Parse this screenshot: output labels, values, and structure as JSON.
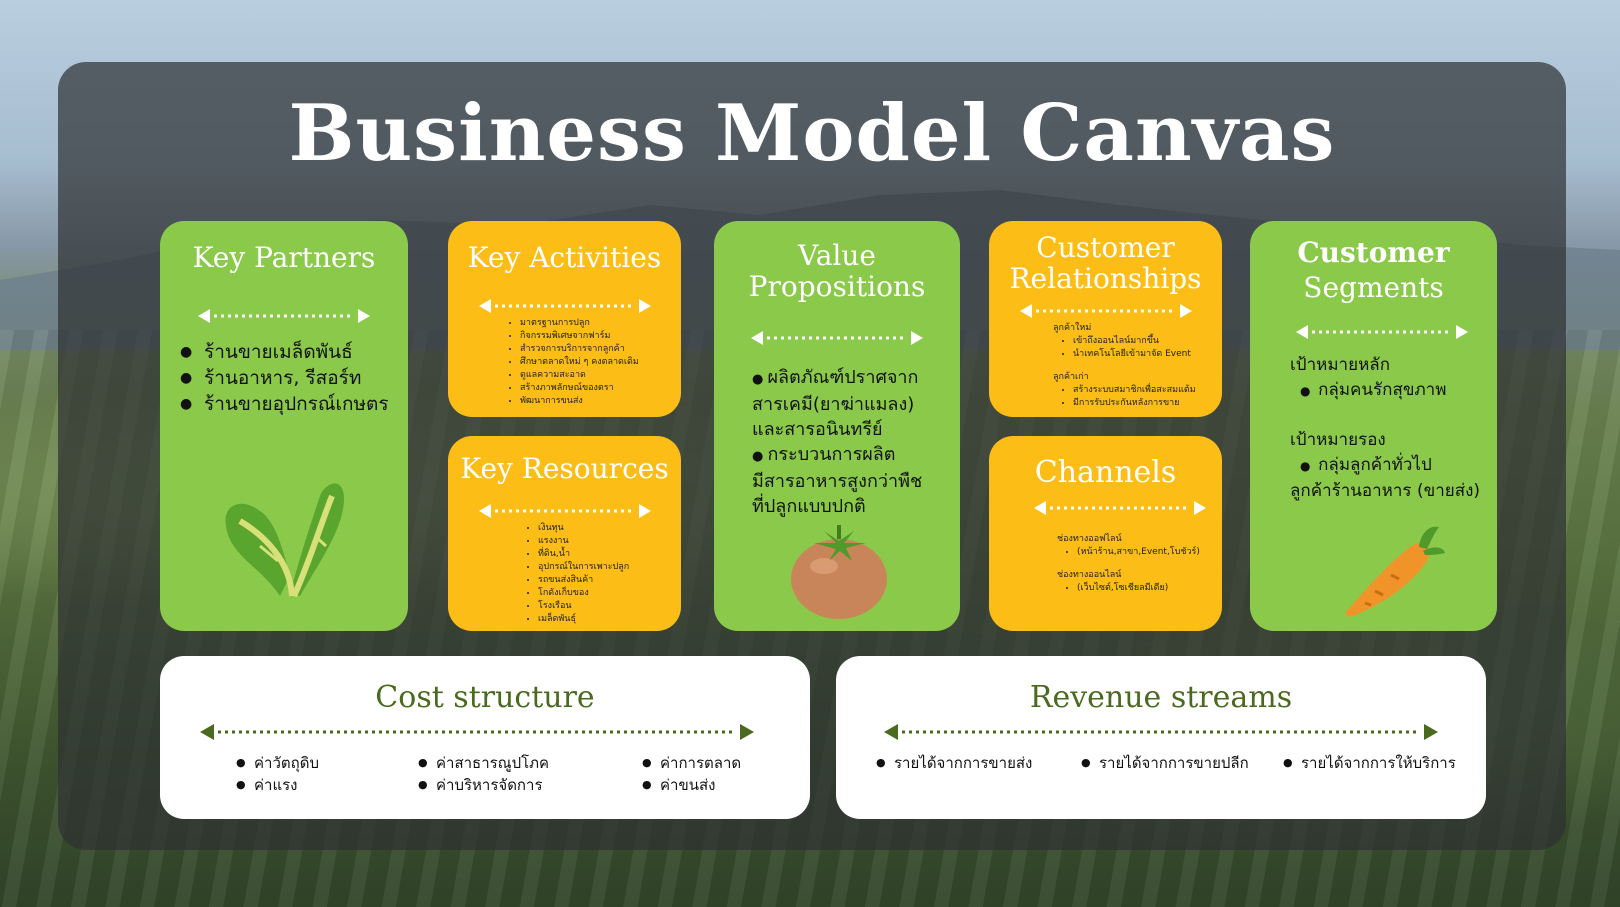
{
  "title": "Business Model Canvas",
  "colors": {
    "green": "#8bc94a",
    "yellow": "#fbbd16",
    "dark_green_text": "#4a6a1f"
  },
  "key_partners": {
    "title": "Key Partners",
    "items": [
      "ร้านขายเมล็ดพันธ์",
      "ร้านอาหาร, รีสอร์ท",
      "ร้านขายอุปกรณ์เกษตร"
    ],
    "icon": "leafy-vegetable-icon"
  },
  "key_activities": {
    "title": "Key Activities",
    "items": [
      "มาตรฐานการปลูก",
      "กิจกรรมพิเศษจากฟาร์ม",
      "สำรวจการบริการจากลูกค้า",
      "ศึกษาตลาดใหม่ ๆ คงตลาดเดิม",
      "ดูแลความสะอาด",
      "สร้างภาพลักษณ์ของตรา",
      "พัฒนาการขนส่ง"
    ]
  },
  "key_resources": {
    "title": "Key Resources",
    "items": [
      "เงินทุน",
      "แรงงาน",
      "ที่ดิน,น้ำ",
      "อุปกรณ์ในการเพาะปลูก",
      "รถขนส่งสินค้า",
      "โกดังเก็บของ",
      "โรงเรือน",
      "เมล็ดพันธุ์"
    ]
  },
  "value_propositions": {
    "title_line1": "Value",
    "title_line2": "Propositions",
    "item1_line1": "ผลิตภัณฑ์ปราศจาก",
    "item1_line2": "สารเคมี(ยาฆ่าแมลง)",
    "item1_line3": "และสารอนินทรีย์",
    "item2_line1": "กระบวนการผลิต",
    "item2_line2": "มีสารอาหารสูงกว่าพืช",
    "item2_line3": "ที่ปลูกแบบปกติ",
    "icon": "tomato-icon"
  },
  "customer_relationships": {
    "title_line1": "Customer",
    "title_line2": "Relationships",
    "group1_label": "ลูกค้าใหม่",
    "group1_items": [
      "เข้าถึงออนไลน์มากขึ้น",
      "นำเทคโนโลยีเข้ามาจัด Event"
    ],
    "group2_label": "ลูกค้าเก่า",
    "group2_items": [
      "สร้างระบบสมาชิกเพื่อสะสมแต้ม",
      "มีการรับประกันหลังการขาย"
    ]
  },
  "channels": {
    "title": "Channels",
    "group1_label": "ช่องทางออฟไลน์",
    "group1_items": [
      "(หน้าร้าน,สาขา,Event,โบชัวร์)"
    ],
    "group2_label": "ช่องทางออนไลน์",
    "group2_items": [
      "(เว็บไซต์,โซเชียลมีเดีย)"
    ]
  },
  "customer_segments": {
    "title_line1": "Customer",
    "title_line2": "Segments",
    "primary_label": "เป้าหมายหลัก",
    "primary_item": "กลุ่มคนรักสุขภาพ",
    "secondary_label": "เป้าหมายรอง",
    "secondary_item": "กลุ่มลูกค้าทั่วไป",
    "secondary_item_line2": "ลูกค้าร้านอาหาร (ขายส่ง)",
    "icon": "carrot-icon"
  },
  "cost_structure": {
    "title": "Cost structure",
    "col1": [
      "ค่าวัตถุดิบ",
      "ค่าแรง"
    ],
    "col2": [
      "ค่าสาธารณูปโภค",
      "ค่าบริหารจัดการ"
    ],
    "col3": [
      "ค่าการตลาด",
      "ค่าขนส่ง"
    ]
  },
  "revenue_streams": {
    "title": "Revenue streams",
    "items": [
      "รายได้จากการขายส่ง",
      "รายได้จากการขายปลีก",
      "รายได้จากการให้บริการ"
    ]
  }
}
